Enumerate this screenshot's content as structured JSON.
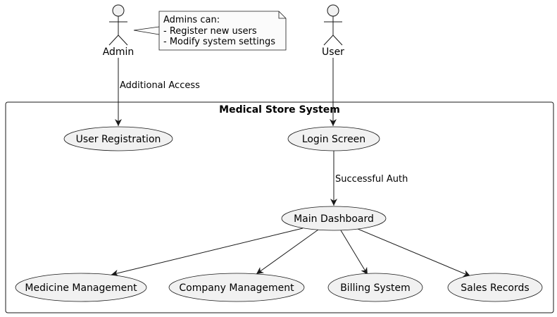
{
  "diagram": {
    "system": {
      "title": "Medical Store System"
    },
    "actors": [
      {
        "id": "admin",
        "label": "Admin"
      },
      {
        "id": "user",
        "label": "User"
      }
    ],
    "note": {
      "attached_to": "admin",
      "lines": [
        "Admins can:",
        "- Register new users",
        "- Modify system settings"
      ]
    },
    "use_cases": [
      {
        "id": "registration",
        "label": "User Registration"
      },
      {
        "id": "login",
        "label": "Login Screen"
      },
      {
        "id": "dashboard",
        "label": "Main Dashboard"
      },
      {
        "id": "medicine",
        "label": "Medicine Management"
      },
      {
        "id": "company",
        "label": "Company Management"
      },
      {
        "id": "billing",
        "label": "Billing System"
      },
      {
        "id": "sales",
        "label": "Sales Records"
      }
    ],
    "edges": [
      {
        "from": "admin",
        "to": "registration",
        "label": "Additional Access"
      },
      {
        "from": "user",
        "to": "login",
        "label": ""
      },
      {
        "from": "login",
        "to": "dashboard",
        "label": "Successful Auth"
      },
      {
        "from": "dashboard",
        "to": "medicine",
        "label": ""
      },
      {
        "from": "dashboard",
        "to": "company",
        "label": ""
      },
      {
        "from": "dashboard",
        "to": "billing",
        "label": ""
      },
      {
        "from": "dashboard",
        "to": "sales",
        "label": ""
      }
    ],
    "colors": {
      "line": "#181818",
      "fill": "#f1f1f1",
      "note_fill": "#fbfbfb",
      "background": "#ffffff"
    }
  }
}
